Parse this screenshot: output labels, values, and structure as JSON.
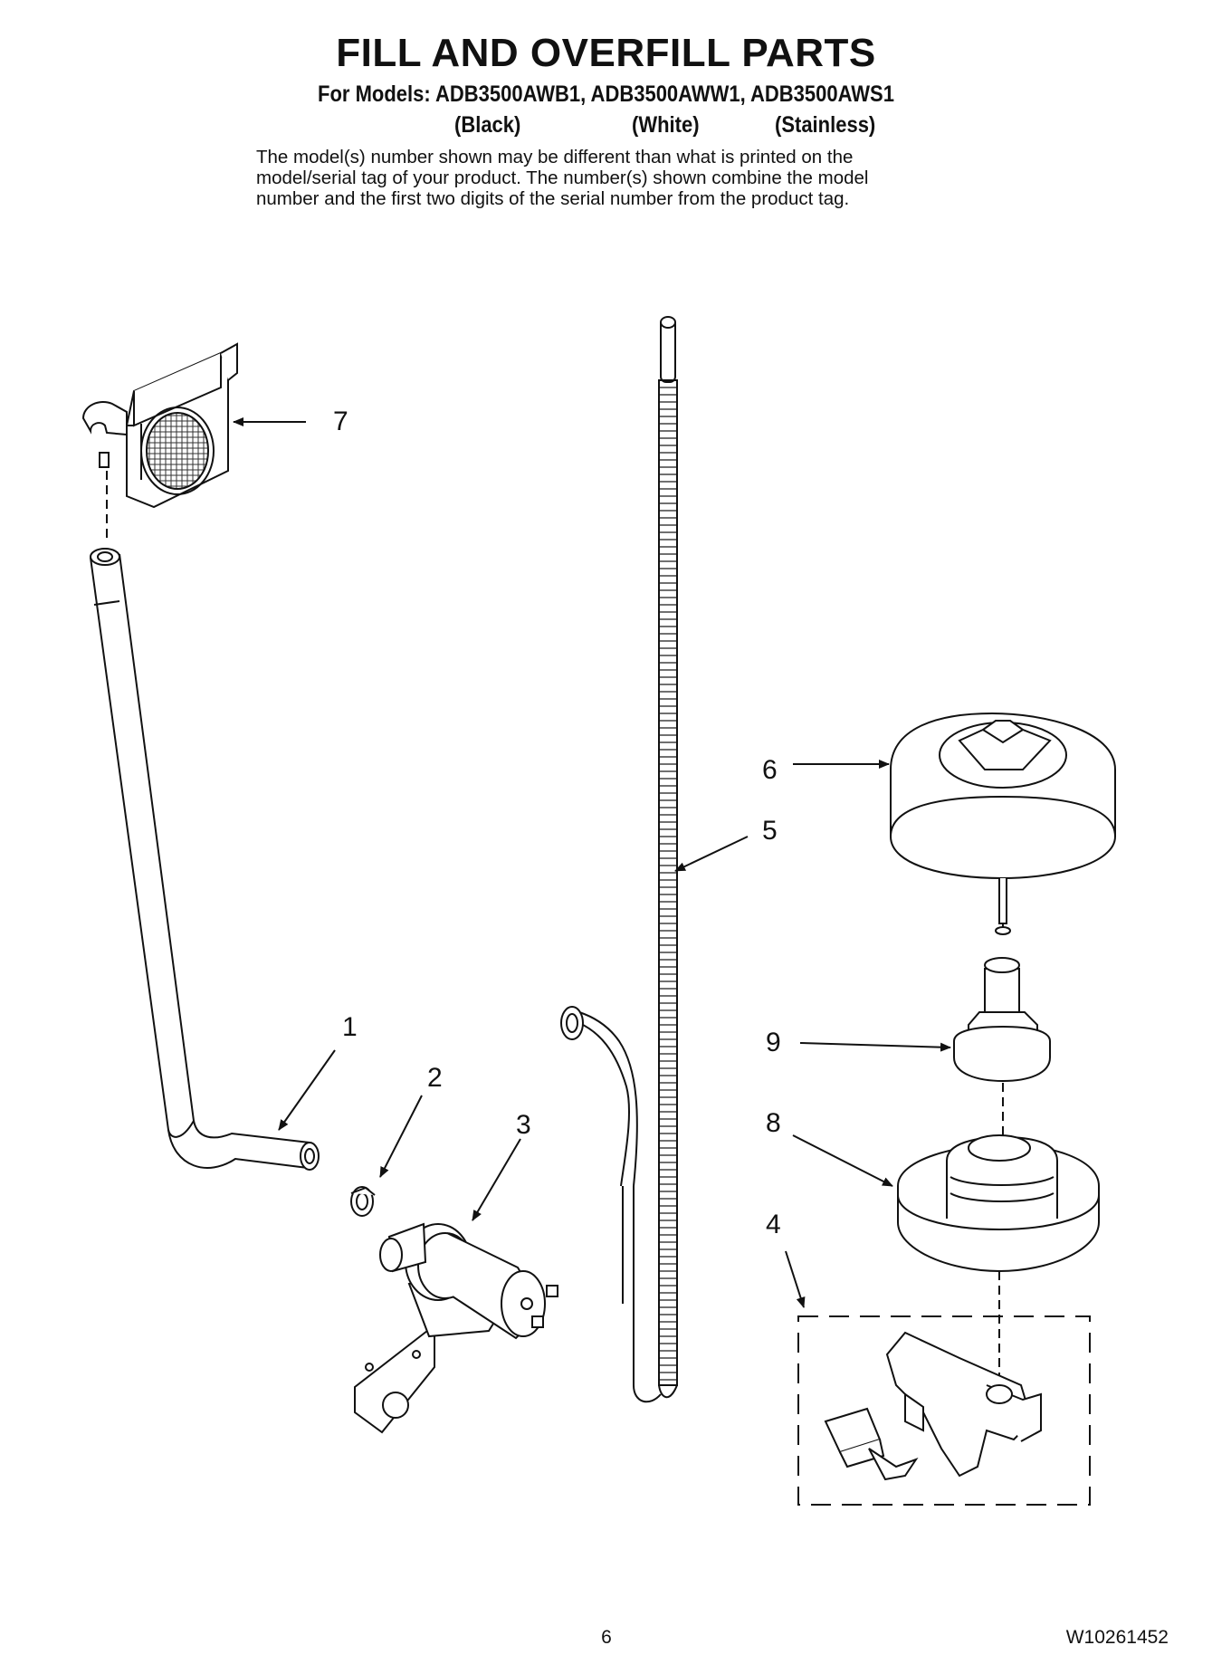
{
  "header": {
    "title": "FILL AND OVERFILL PARTS",
    "models_line": "For Models: ADB3500AWB1, ADB3500AWW1, ADB3500AWS1",
    "variants": [
      "(Black)",
      "(White)",
      "(Stainless)"
    ]
  },
  "note_lines": [
    "The model(s) number shown may be different than what is printed on the",
    "model/serial tag of your product. The number(s) shown combine the model",
    "number and the first two digits of the serial number from the product tag."
  ],
  "callouts": {
    "c1": "1",
    "c2": "2",
    "c3": "3",
    "c4": "4",
    "c5": "5",
    "c6": "6",
    "c7": "7",
    "c8": "8",
    "c9": "9"
  },
  "footer": {
    "page_number": "6",
    "doc_id": "W10261452"
  }
}
